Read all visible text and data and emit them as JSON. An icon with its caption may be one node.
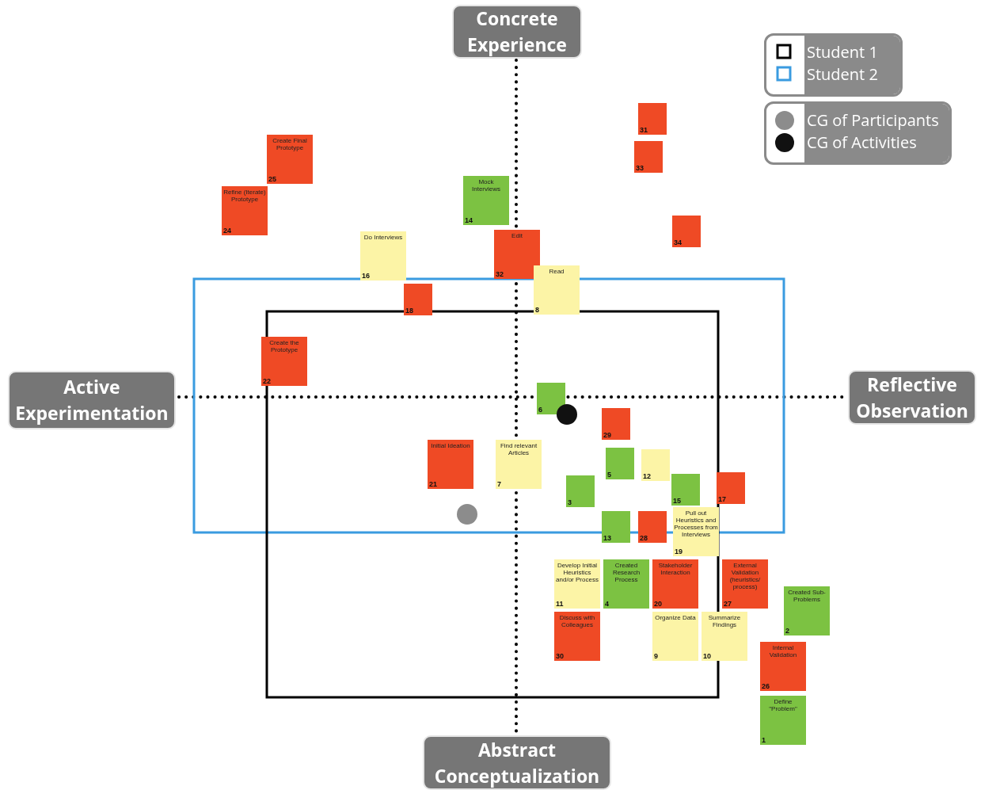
{
  "diagram": {
    "nodes": [
      {
        "text": [
          "Concrete Experience"
        ]
      },
      {
        "text": [
          "31"
        ]
      },
      {
        "text": [
          "33"
        ]
      },
      {
        "text": [
          "Create Final Prototype",
          "25"
        ]
      },
      {
        "text": [
          "Refine (Iterate) Prototype",
          "24"
        ]
      },
      {
        "text": [
          "Mock Interviews",
          "14"
        ]
      },
      {
        "text": [
          "Edit",
          "32"
        ]
      },
      {
        "text": [
          "34"
        ]
      },
      {
        "text": [
          "Do Interviews",
          "16"
        ]
      },
      {
        "text": [
          "Read",
          "8"
        ]
      },
      {
        "text": [
          "18"
        ]
      },
      {
        "text": [
          "Create the Prototype",
          "22"
        ]
      },
      {
        "text": [
          "Active Experimentation"
        ]
      },
      {
        "text": [
          "Reflective Observation"
        ]
      },
      {
        "text": [
          "6"
        ]
      },
      {
        "text": [
          "29"
        ]
      },
      {
        "text": [
          "Initial Ideation",
          "21"
        ]
      },
      {
        "text": [
          "Find relevant Articles",
          "7"
        ]
      },
      {
        "text": [
          "5"
        ]
      },
      {
        "text": [
          "12"
        ]
      },
      {
        "text": [
          "3"
        ]
      },
      {
        "text": [
          "15"
        ]
      },
      {
        "text": [
          "17"
        ]
      },
      {
        "text": [
          "13"
        ]
      },
      {
        "text": [
          "28"
        ]
      },
      {
        "text": [
          "Pull out Heuristics and Processes from Interviews",
          "19"
        ]
      },
      {
        "text": [
          "Develop Initial Heuristics and/or Process",
          "11"
        ]
      },
      {
        "text": [
          "Created Research Process",
          "4"
        ]
      },
      {
        "text": [
          "Stakeholder Interaction",
          "20"
        ]
      },
      {
        "text": [
          "External Validation (heuristics/ process)",
          "27"
        ]
      },
      {
        "text": [
          "Discuss with Colleagues",
          "30"
        ]
      },
      {
        "text": [
          "Organize Data",
          "9"
        ]
      },
      {
        "text": [
          "Summarize Findings",
          "10"
        ]
      },
      {
        "text": [
          "Created Sub-Problems",
          "2"
        ]
      },
      {
        "text": [
          "Internal Validation",
          "26"
        ]
      },
      {
        "text": [
          "Define \"Problem\"",
          "1"
        ]
      },
      {
        "text": [
          "Abstract Conceptualization"
        ]
      }
    ],
    "legend": [
      {
        "text": "Student 1"
      },
      {
        "text": "Student 2"
      },
      {
        "text": "CG of Participants"
      },
      {
        "text": "CG of Activities"
      }
    ]
  }
}
